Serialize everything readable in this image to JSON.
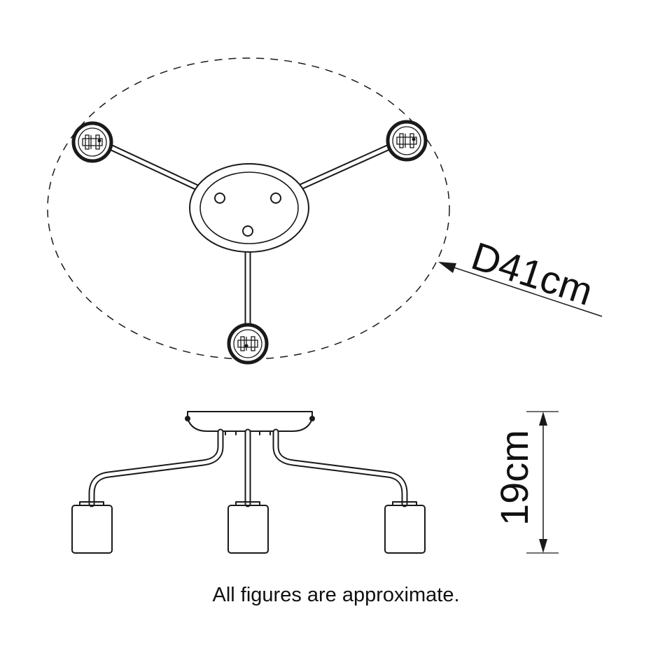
{
  "diameter_label": "D41cm",
  "height_label": "19cm",
  "footnote": "All figures are approximate."
}
